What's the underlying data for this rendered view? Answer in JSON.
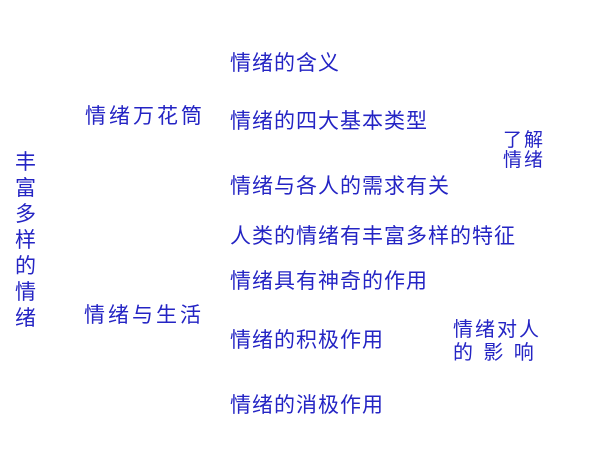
{
  "colors": {
    "text_blue": "#2424c4",
    "background": "#ffffff"
  },
  "map": {
    "root": "丰富多样的情绪",
    "branches": [
      {
        "label": "情绪万花筒"
      },
      {
        "label": "情绪与生活"
      }
    ],
    "topics": [
      "情绪的含义",
      "情绪的四大基本类型",
      "情绪与各人的需求有关",
      "人类的情绪有丰富多样的特征",
      "情绪具有神奇的作用",
      "情绪的积极作用",
      "情绪的消极作用"
    ],
    "summaries": [
      {
        "line1": "了解",
        "line2": "情绪"
      },
      {
        "line1": "情绪对人",
        "line2": "的 影 响"
      }
    ]
  }
}
